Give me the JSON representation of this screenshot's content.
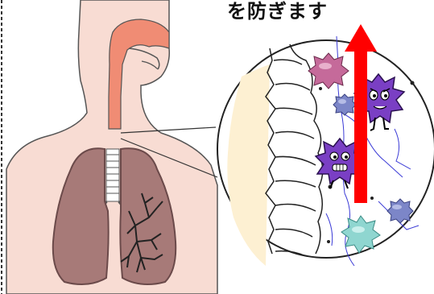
{
  "caption": "を防ぎます",
  "colors": {
    "skin": "#f8dcd3",
    "skin_outline": "#555555",
    "airway": "#f08c74",
    "lung": "#a77a78",
    "lung_outline": "#6b4a4a",
    "bronchi": "#333333",
    "trachea_ring": "#ffffff",
    "mucus_layer": "#fdf0d2",
    "arrow": "#ff0000",
    "germ_purple": "#7a3fc4",
    "germ_pink": "#c56a9a",
    "germ_blue": "#7c86c8",
    "germ_teal": "#8fd6d0",
    "border_dash": "#333333"
  },
  "icons": {
    "arrow": "upward-red-arrow",
    "germ_large_1": "purple-angry-virus",
    "germ_large_2": "purple-grinning-virus",
    "germ_small_1": "pink-spiky-germ",
    "germ_small_2": "blue-round-germ",
    "germ_small_3": "blue-round-germ",
    "germ_small_4": "teal-spiky-germ"
  }
}
